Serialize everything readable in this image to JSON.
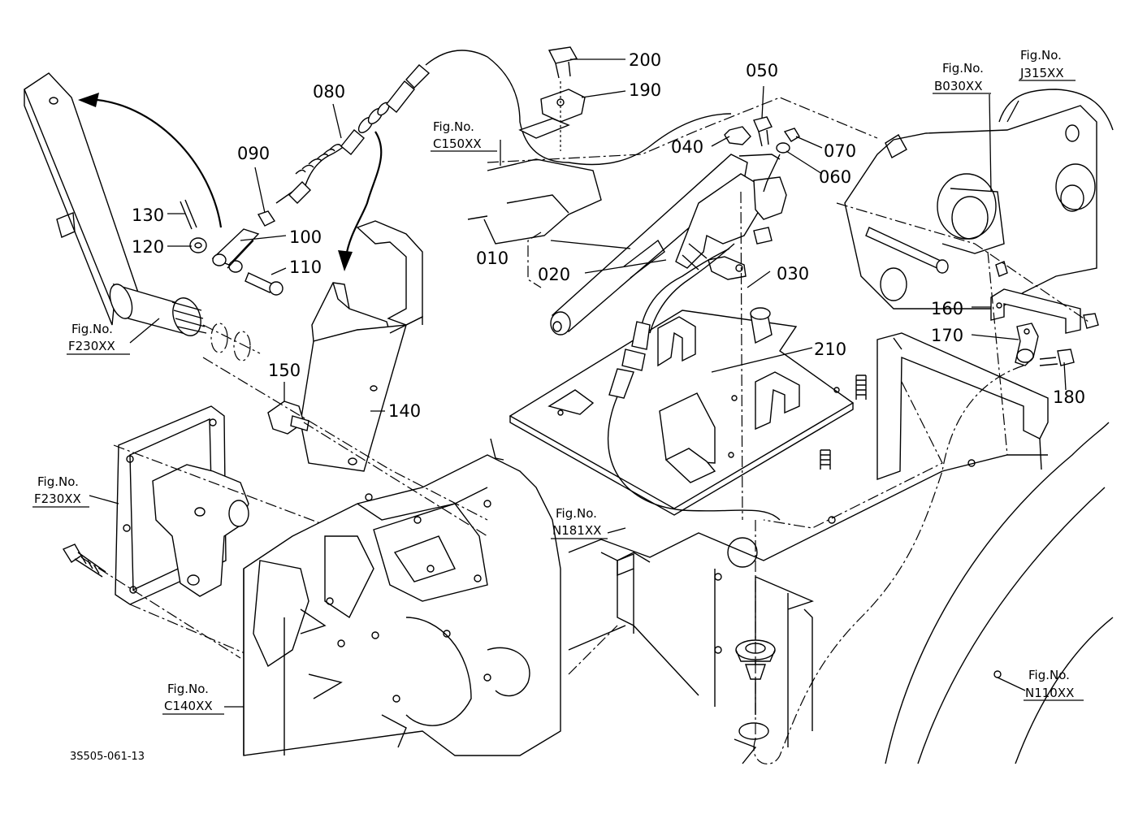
{
  "diagram": {
    "part_callouts": [
      {
        "id": "p200",
        "label": "200"
      },
      {
        "id": "p190",
        "label": "190"
      },
      {
        "id": "p080",
        "label": "080"
      },
      {
        "id": "p050",
        "label": "050"
      },
      {
        "id": "p040",
        "label": "040"
      },
      {
        "id": "p070",
        "label": "070"
      },
      {
        "id": "p060",
        "label": "060"
      },
      {
        "id": "p090",
        "label": "090"
      },
      {
        "id": "p130",
        "label": "130"
      },
      {
        "id": "p120",
        "label": "120"
      },
      {
        "id": "p100",
        "label": "100"
      },
      {
        "id": "p110",
        "label": "110"
      },
      {
        "id": "p010",
        "label": "010"
      },
      {
        "id": "p020",
        "label": "020"
      },
      {
        "id": "p030",
        "label": "030"
      },
      {
        "id": "p160",
        "label": "160"
      },
      {
        "id": "p170",
        "label": "170"
      },
      {
        "id": "p180",
        "label": "180"
      },
      {
        "id": "p210",
        "label": "210"
      },
      {
        "id": "p150",
        "label": "150"
      },
      {
        "id": "p140",
        "label": "140"
      }
    ],
    "figure_refs": [
      {
        "id": "c150",
        "caption": "Fig.No.",
        "code": "C150XX"
      },
      {
        "id": "b030",
        "caption": "Fig.No.",
        "code": "B030XX"
      },
      {
        "id": "j315",
        "caption": "Fig.No.",
        "code": "J315XX"
      },
      {
        "id": "f230a",
        "caption": "Fig.No.",
        "code": "F230XX"
      },
      {
        "id": "f230b",
        "caption": "Fig.No.",
        "code": "F230XX"
      },
      {
        "id": "n181",
        "caption": "Fig.No.",
        "code": "N181XX"
      },
      {
        "id": "c140",
        "caption": "Fig.No.",
        "code": "C140XX"
      },
      {
        "id": "n110",
        "caption": "Fig.No.",
        "code": "N110XX"
      }
    ],
    "drawing_code": "3S505-061-13"
  }
}
